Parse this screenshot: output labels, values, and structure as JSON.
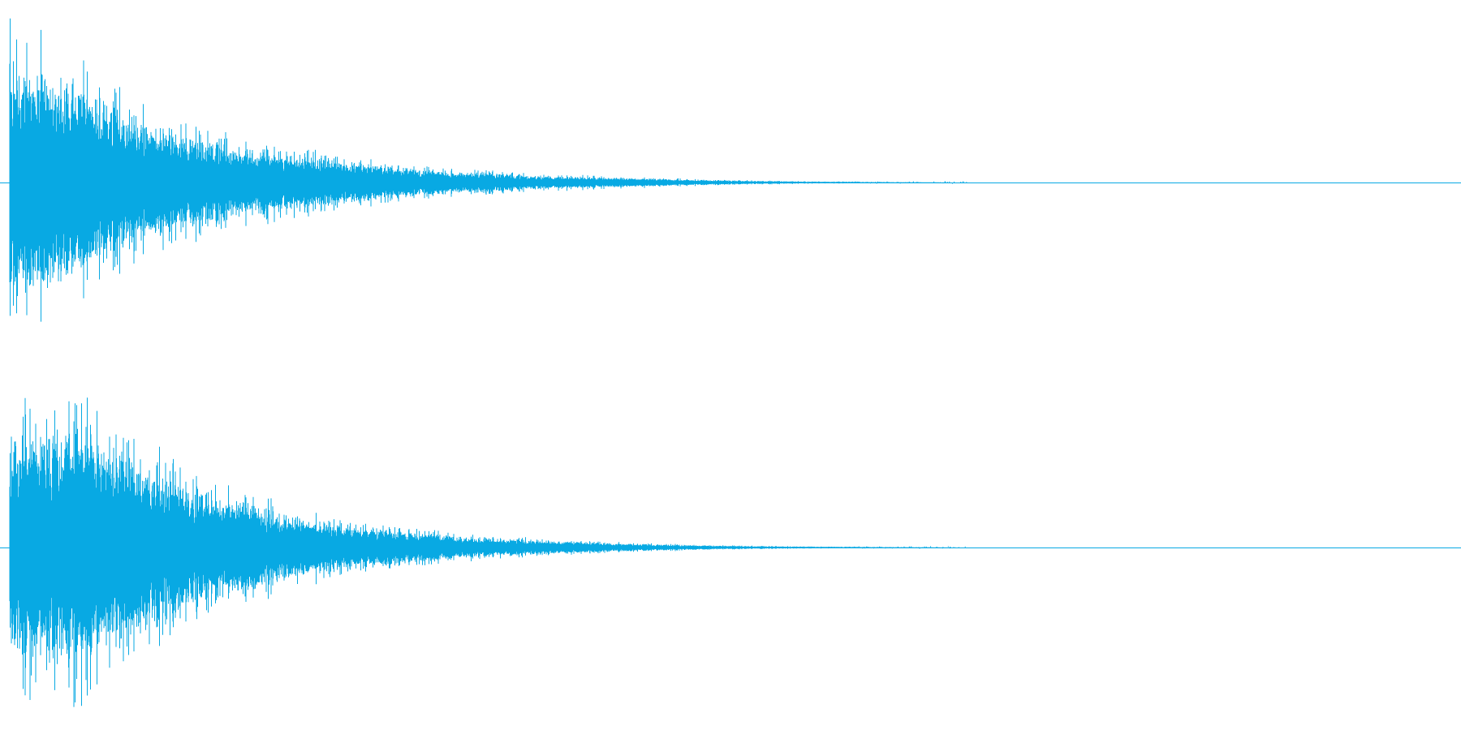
{
  "chart_data": {
    "type": "area",
    "title": "",
    "xlabel": "",
    "ylabel": "",
    "ylim": [
      -1,
      1
    ],
    "grid": false,
    "legend": "none",
    "channels": [
      {
        "envelope": [
          [
            0.0,
            0.98
          ],
          [
            0.01,
            0.95
          ],
          [
            0.02,
            0.93
          ],
          [
            0.03,
            0.9
          ],
          [
            0.045,
            0.82
          ],
          [
            0.06,
            0.72
          ],
          [
            0.08,
            0.58
          ],
          [
            0.1,
            0.46
          ],
          [
            0.12,
            0.38
          ],
          [
            0.15,
            0.3
          ],
          [
            0.18,
            0.24
          ],
          [
            0.21,
            0.2
          ],
          [
            0.24,
            0.16
          ],
          [
            0.27,
            0.12
          ],
          [
            0.3,
            0.09
          ],
          [
            0.34,
            0.07
          ],
          [
            0.38,
            0.05
          ],
          [
            0.42,
            0.04
          ],
          [
            0.46,
            0.025
          ],
          [
            0.5,
            0.015
          ],
          [
            0.55,
            0.008
          ],
          [
            0.6,
            0.004
          ],
          [
            0.635,
            0.002
          ],
          [
            0.65,
            0.0
          ],
          [
            1.0,
            0.0
          ]
        ]
      },
      {
        "envelope": [
          [
            0.0,
            0.95
          ],
          [
            0.015,
            0.92
          ],
          [
            0.03,
            0.96
          ],
          [
            0.045,
            0.98
          ],
          [
            0.06,
            0.9
          ],
          [
            0.08,
            0.76
          ],
          [
            0.1,
            0.62
          ],
          [
            0.12,
            0.5
          ],
          [
            0.14,
            0.42
          ],
          [
            0.16,
            0.38
          ],
          [
            0.18,
            0.3
          ],
          [
            0.2,
            0.24
          ],
          [
            0.23,
            0.18
          ],
          [
            0.26,
            0.14
          ],
          [
            0.3,
            0.1
          ],
          [
            0.34,
            0.07
          ],
          [
            0.38,
            0.05
          ],
          [
            0.42,
            0.035
          ],
          [
            0.46,
            0.022
          ],
          [
            0.5,
            0.013
          ],
          [
            0.55,
            0.007
          ],
          [
            0.6,
            0.004
          ],
          [
            0.635,
            0.002
          ],
          [
            0.65,
            0.0
          ],
          [
            1.0,
            0.0
          ]
        ]
      }
    ]
  },
  "colors": {
    "waveform": "#08a9e3",
    "background": "#ffffff"
  }
}
